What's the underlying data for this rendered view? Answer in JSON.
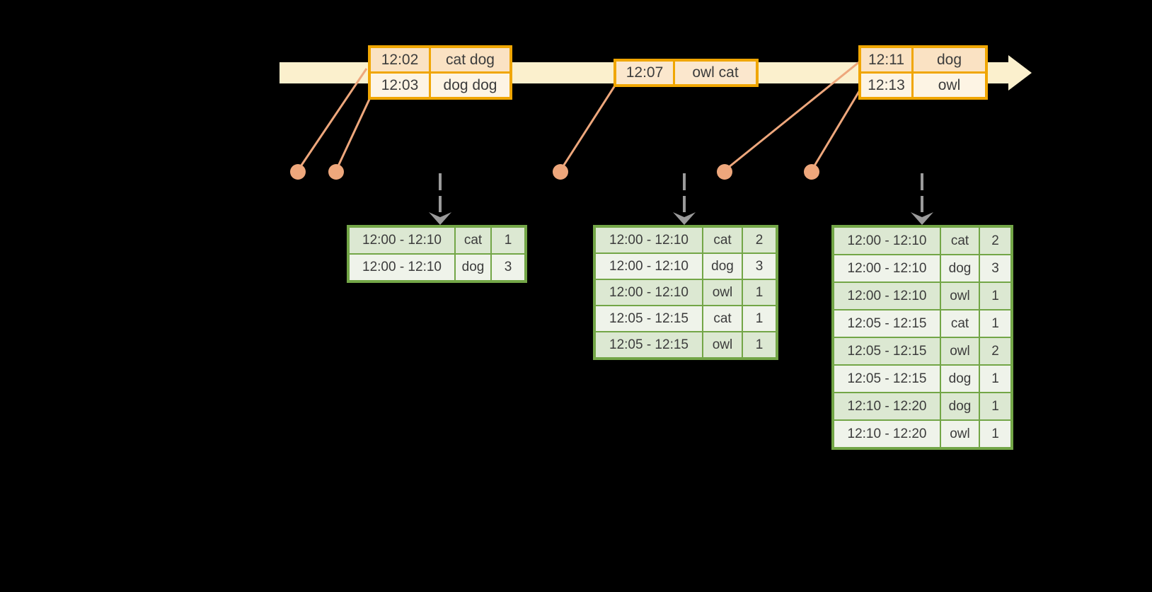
{
  "palette": {
    "background": "#000000",
    "timeline_fill": "#FBF0CD",
    "event_table_border": "#F0A602",
    "event_row_peach": "#FAE2C3",
    "event_row_cream": "#FDF4E4",
    "connector_salmon": "#EEA77C",
    "trigger_arrow_gray": "#9B9B9B",
    "result_table_border": "#73A647",
    "result_row_dark": "#DCE8D2",
    "result_row_light": "#EFF3EA",
    "text": "#3C3C3C"
  },
  "event_tables": {
    "t1": {
      "rows": [
        {
          "time": "12:02",
          "words": "cat dog"
        },
        {
          "time": "12:03",
          "words": "dog dog"
        }
      ]
    },
    "t2": {
      "rows": [
        {
          "time": "12:07",
          "words": "owl cat"
        }
      ]
    },
    "t3": {
      "rows": [
        {
          "time": "12:11",
          "words": "dog"
        },
        {
          "time": "12:13",
          "words": "owl"
        }
      ]
    }
  },
  "result_tables": {
    "r1": {
      "rows": [
        {
          "window": "12:00 - 12:10",
          "word": "cat",
          "count": "1"
        },
        {
          "window": "12:00 - 12:10",
          "word": "dog",
          "count": "3"
        }
      ]
    },
    "r2": {
      "rows": [
        {
          "window": "12:00 - 12:10",
          "word": "cat",
          "count": "2"
        },
        {
          "window": "12:00 - 12:10",
          "word": "dog",
          "count": "3"
        },
        {
          "window": "12:00 - 12:10",
          "word": "owl",
          "count": "1"
        },
        {
          "window": "12:05 - 12:15",
          "word": "cat",
          "count": "1"
        },
        {
          "window": "12:05 - 12:15",
          "word": "owl",
          "count": "1"
        }
      ]
    },
    "r3": {
      "rows": [
        {
          "window": "12:00 - 12:10",
          "word": "cat",
          "count": "2"
        },
        {
          "window": "12:00 - 12:10",
          "word": "dog",
          "count": "3"
        },
        {
          "window": "12:00 - 12:10",
          "word": "owl",
          "count": "1"
        },
        {
          "window": "12:05 - 12:15",
          "word": "cat",
          "count": "1"
        },
        {
          "window": "12:05 - 12:15",
          "word": "owl",
          "count": "2"
        },
        {
          "window": "12:05 - 12:15",
          "word": "dog",
          "count": "1"
        },
        {
          "window": "12:10 - 12:20",
          "word": "dog",
          "count": "1"
        },
        {
          "window": "12:10 - 12:20",
          "word": "owl",
          "count": "1"
        }
      ]
    }
  }
}
